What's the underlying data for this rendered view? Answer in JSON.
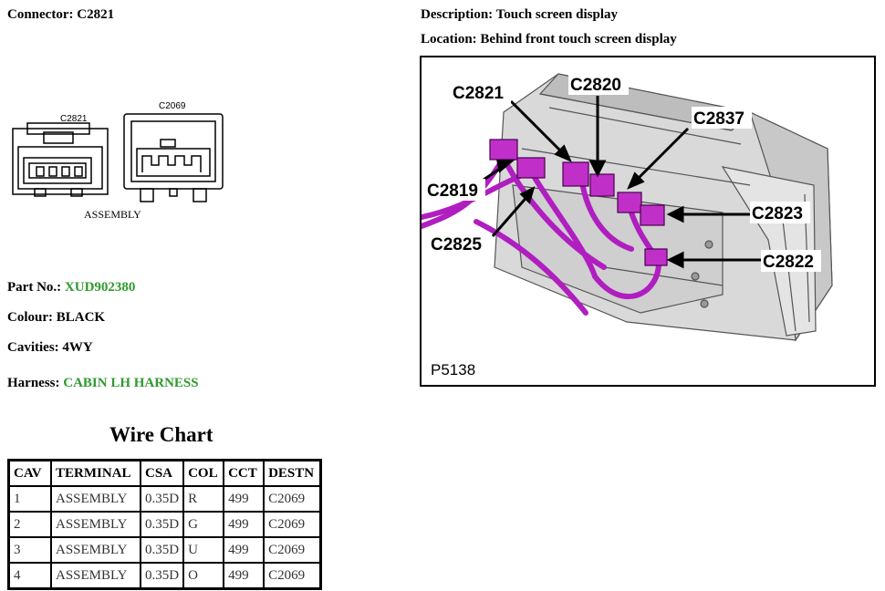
{
  "connector": {
    "label": "Connector:",
    "value": "C2821"
  },
  "description": {
    "label": "Description:",
    "value": "Touch screen display"
  },
  "location": {
    "label": "Location:",
    "value": "Behind front touch screen display"
  },
  "pinout": {
    "connector_a": "C2821",
    "connector_b": "C2069",
    "caption": "ASSEMBLY"
  },
  "part_no": {
    "label": "Part No.:",
    "value": "XUD902380"
  },
  "colour": {
    "label": "Colour:",
    "value": "BLACK"
  },
  "cavities": {
    "label": "Cavities:",
    "value": "4WY"
  },
  "harness": {
    "label": "Harness:",
    "value": "CABIN LH HARNESS"
  },
  "photo": {
    "ref": "P5138",
    "callouts": [
      "C2821",
      "C2820",
      "C2837",
      "C2819",
      "C2823",
      "C2825",
      "C2822"
    ]
  },
  "wire_chart": {
    "title": "Wire Chart",
    "headers": [
      "CAV",
      "TERMINAL",
      "CSA",
      "COL",
      "CCT",
      "DESTN"
    ],
    "rows": [
      [
        "1",
        "ASSEMBLY",
        "0.35D",
        "R",
        "499",
        "C2069"
      ],
      [
        "2",
        "ASSEMBLY",
        "0.35D",
        "G",
        "499",
        "C2069"
      ],
      [
        "3",
        "ASSEMBLY",
        "0.35D",
        "U",
        "499",
        "C2069"
      ],
      [
        "4",
        "ASSEMBLY",
        "0.35D",
        "O",
        "499",
        "C2069"
      ]
    ]
  },
  "colors": {
    "green": "#2e9a2e",
    "harness_purple": "#b01ec0"
  }
}
